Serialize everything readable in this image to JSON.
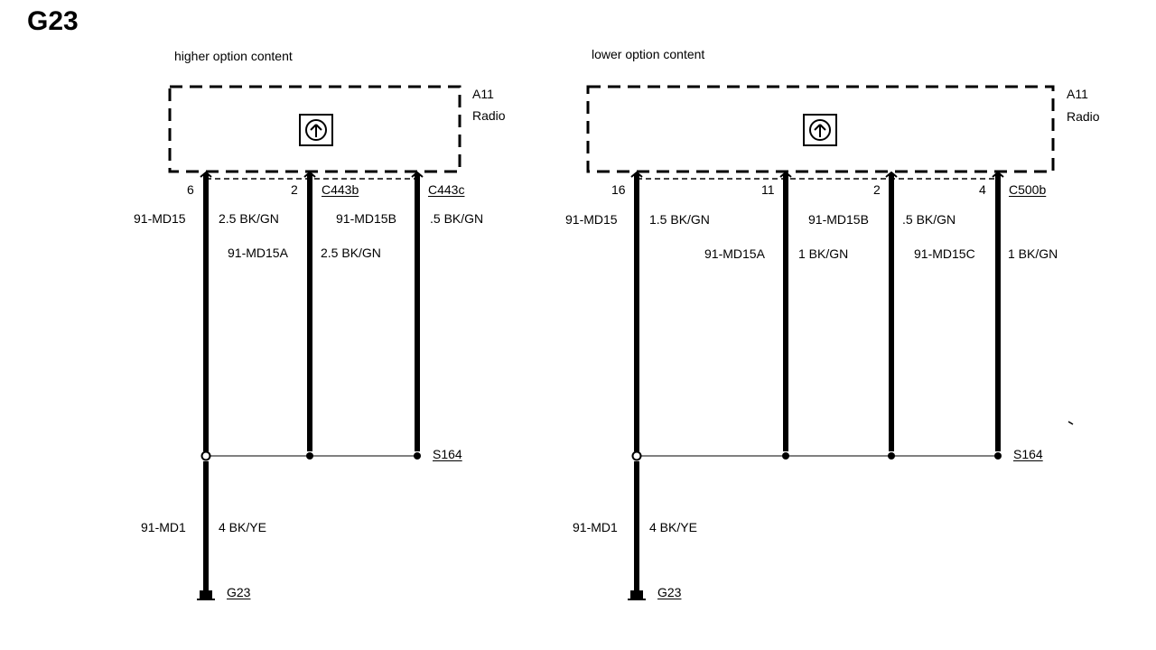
{
  "page_title": "G23",
  "left": {
    "heading": "higher option content",
    "module_id": "A11",
    "module_name": "Radio",
    "pins": [
      "6",
      "2"
    ],
    "connectors": [
      "C443b",
      "C443c"
    ],
    "wires": {
      "w1": {
        "circuit": "91-MD15",
        "spec": "2.5 BK/GN"
      },
      "w2": {
        "circuit": "91-MD15A",
        "spec": "2.5 BK/GN"
      },
      "w3": {
        "circuit": "91-MD15B",
        "spec": ".5 BK/GN"
      }
    },
    "splice": "S164",
    "ground_wire": {
      "circuit": "91-MD1",
      "spec": "4 BK/YE"
    },
    "ground": "G23"
  },
  "right": {
    "heading": "lower option content",
    "module_id": "A11",
    "module_name": "Radio",
    "pins": [
      "16",
      "11",
      "2",
      "4"
    ],
    "connector": "C500b",
    "wires": {
      "w1": {
        "circuit": "91-MD15",
        "spec": "1.5 BK/GN"
      },
      "w2": {
        "circuit": "91-MD15A",
        "spec": "1 BK/GN"
      },
      "w3": {
        "circuit": "91-MD15B",
        "spec": ".5 BK/GN"
      },
      "w4": {
        "circuit": "91-MD15C",
        "spec": "1 BK/GN"
      }
    },
    "splice": "S164",
    "ground_wire": {
      "circuit": "91-MD1",
      "spec": "4 BK/YE"
    },
    "ground": "G23"
  },
  "icons": {
    "radio_symbol": "speaker-amplifier-icon",
    "ground_symbol": "ground-icon",
    "splice_point": "splice-dot-icon"
  }
}
